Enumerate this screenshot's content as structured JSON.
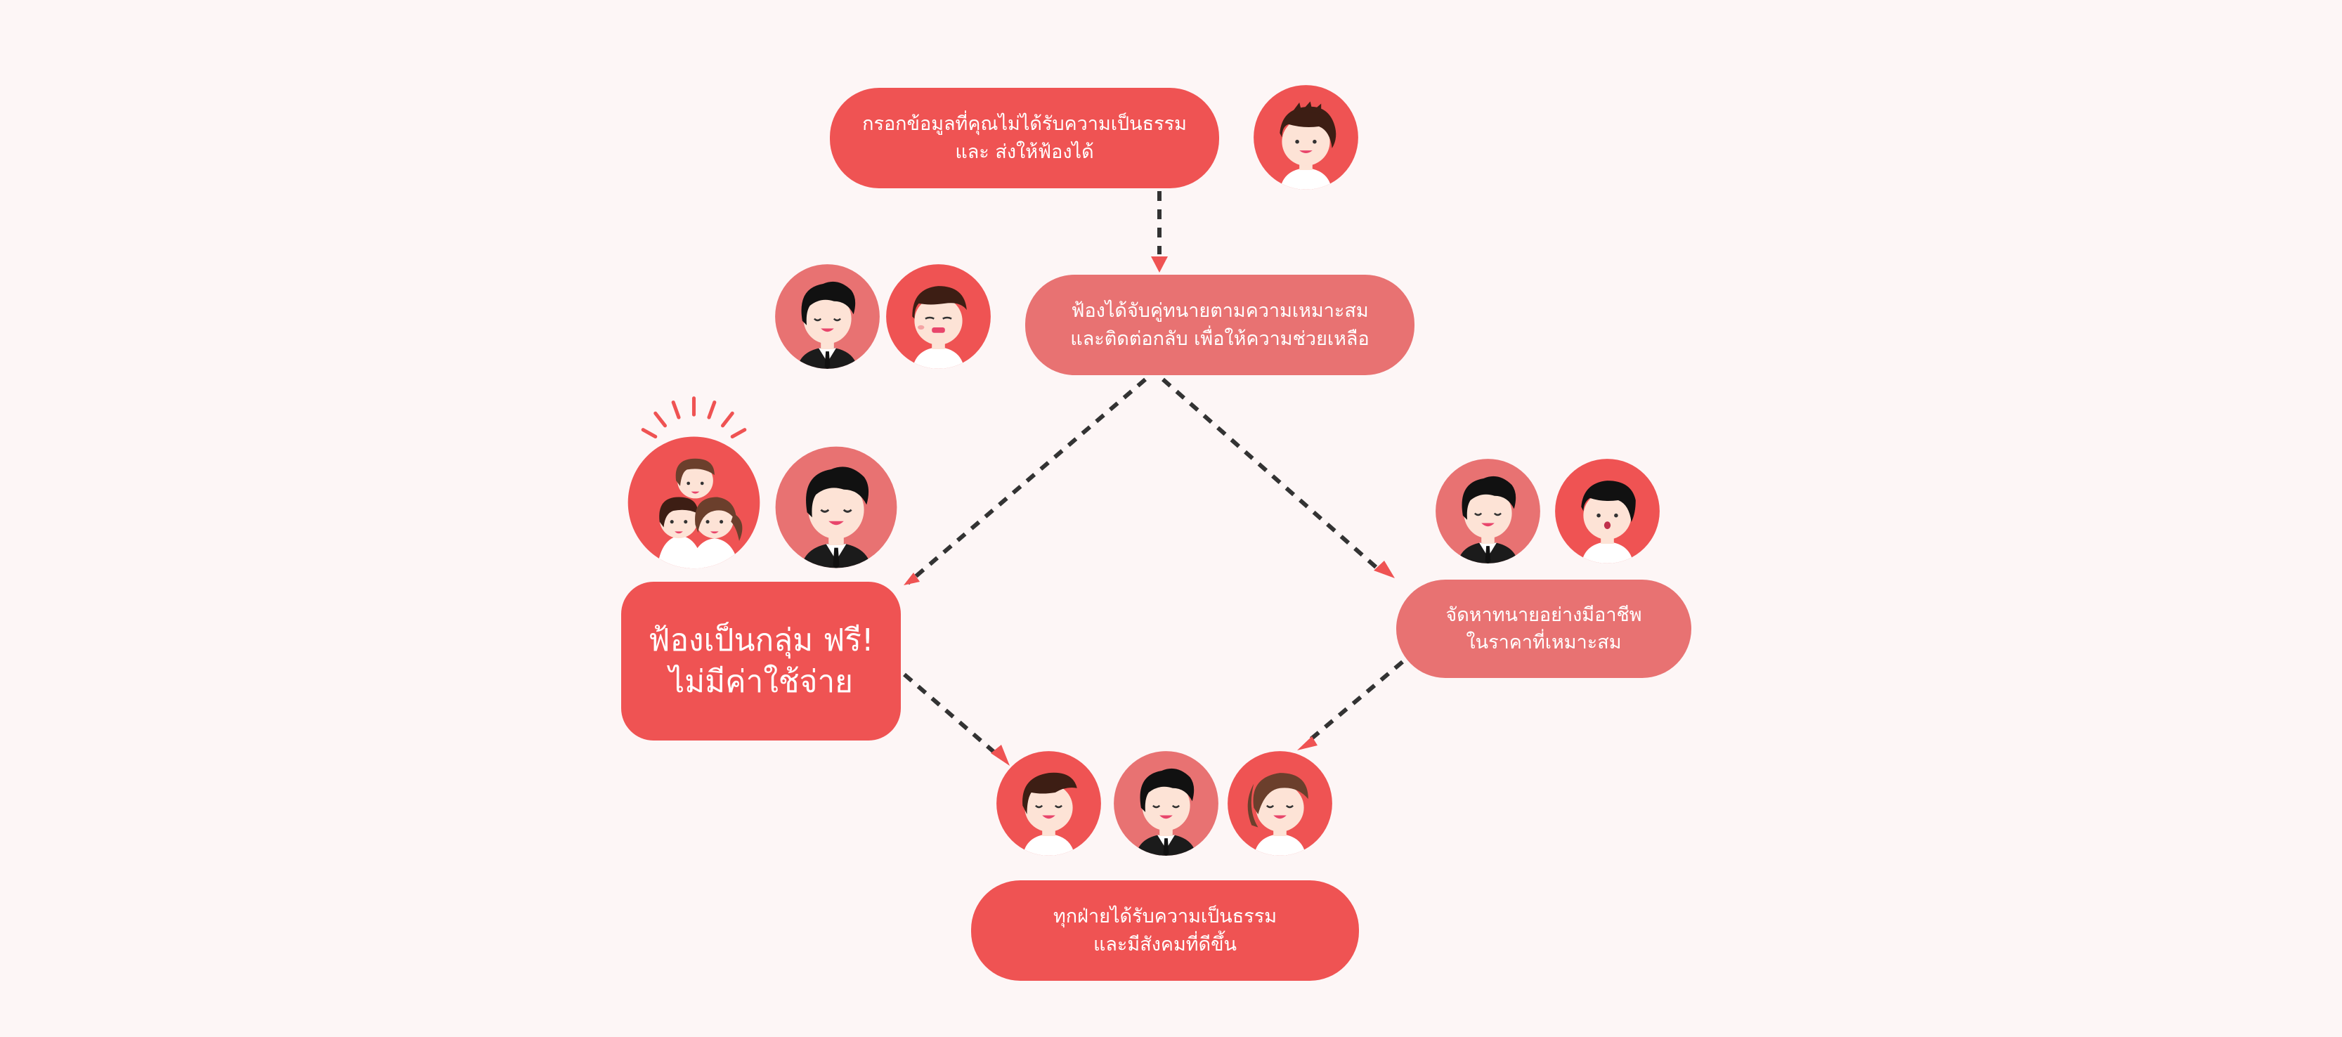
{
  "colors": {
    "background": "#fdf6f6",
    "box_primary": "#ef5353",
    "box_secondary": "#e87272",
    "avatar_bg_primary": "#ef5353",
    "avatar_bg_secondary": "#e87272",
    "connector": "#333333",
    "arrowhead": "#ef5353",
    "skin": "#fde3d6",
    "hair_black": "#111111",
    "hair_dark_brown": "#3d1e14",
    "hair_brown": "#6b3f2c",
    "suit": "#1b1b1b",
    "shirt": "#ffffff",
    "mouth": "#e8456b",
    "burst": "#ef5353"
  },
  "steps": [
    {
      "id": "submit",
      "lines": [
        "กรอกข้อมูลที่คุณไม่ได้รับความเป็นธรรม",
        "และ ส่งให้ฟ้องได้"
      ]
    },
    {
      "id": "match",
      "lines": [
        "ฟ้องได้จับคู่ทนายตามความเหมาะสม",
        "และติดต่อกลับ เพื่อให้ความช่วยเหลือ"
      ]
    },
    {
      "id": "group",
      "lines": [
        "ฟ้องเป็นกลุ่ม ฟรี!",
        "ไม่มีค่าใช้จ่าย"
      ]
    },
    {
      "id": "hire",
      "lines": [
        "จัดหาทนายอย่างมีอาชีพ",
        "ในราคาที่เหมาะสม"
      ]
    },
    {
      "id": "justice",
      "lines": [
        "ทุกฝ่ายได้รับความเป็นธรรม",
        "และมีสังคมที่ดีขึ้น"
      ]
    }
  ],
  "icons": {
    "user_avatar": "user-avatar-icon",
    "lawyer_avatar": "lawyer-avatar-icon",
    "group_avatar": "group-avatar-icon",
    "woman_avatar": "woman-avatar-icon",
    "arrow": "dashed-arrow-icon"
  }
}
